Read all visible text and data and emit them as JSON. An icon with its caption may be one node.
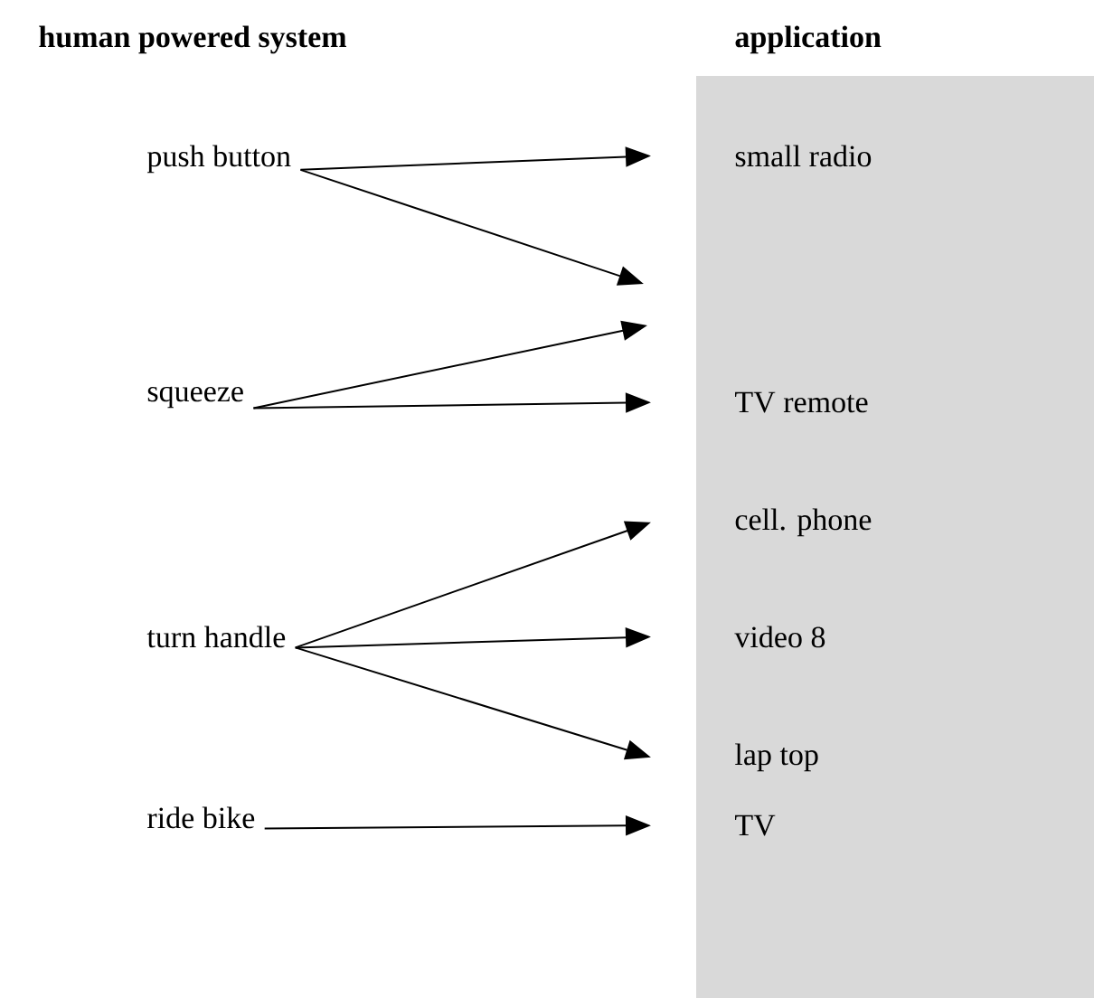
{
  "diagram": {
    "nodes": [
      {
        "text": [
          "application"
        ]
      },
      {
        "text": [
          "push button"
        ]
      },
      {
        "text": [
          "squeeze"
        ]
      },
      {
        "text": [
          "turn handle"
        ]
      },
      {
        "text": [
          "ride bike"
        ]
      },
      {
        "text": [
          "small radio"
        ],
        "in": 0
      },
      {
        "text": [
          "TV remote"
        ],
        "in": 0
      },
      {
        "text": [
          "cell. phone"
        ],
        "in": 0
      },
      {
        "text": [
          "video 8"
        ],
        "in": 0
      },
      {
        "text": [
          "lap top"
        ],
        "in": 0
      },
      {
        "text": [
          "TV"
        ],
        "in": 0
      }
    ],
    "edges": [
      {
        "from": 1,
        "to": 5,
        "arrow": "to"
      },
      {
        "from": 1,
        "to": null,
        "arrow": "to"
      },
      {
        "from": 2,
        "to": null,
        "arrow": "to"
      },
      {
        "from": 2,
        "to": 6,
        "arrow": "to"
      },
      {
        "from": 3,
        "to": 7,
        "arrow": "to"
      },
      {
        "from": 3,
        "to": 8,
        "arrow": "to"
      },
      {
        "from": 3,
        "to": 9,
        "arrow": "to"
      },
      {
        "from": 4,
        "to": 10,
        "arrow": "to"
      }
    ],
    "labels": [
      "human powered system"
    ]
  }
}
